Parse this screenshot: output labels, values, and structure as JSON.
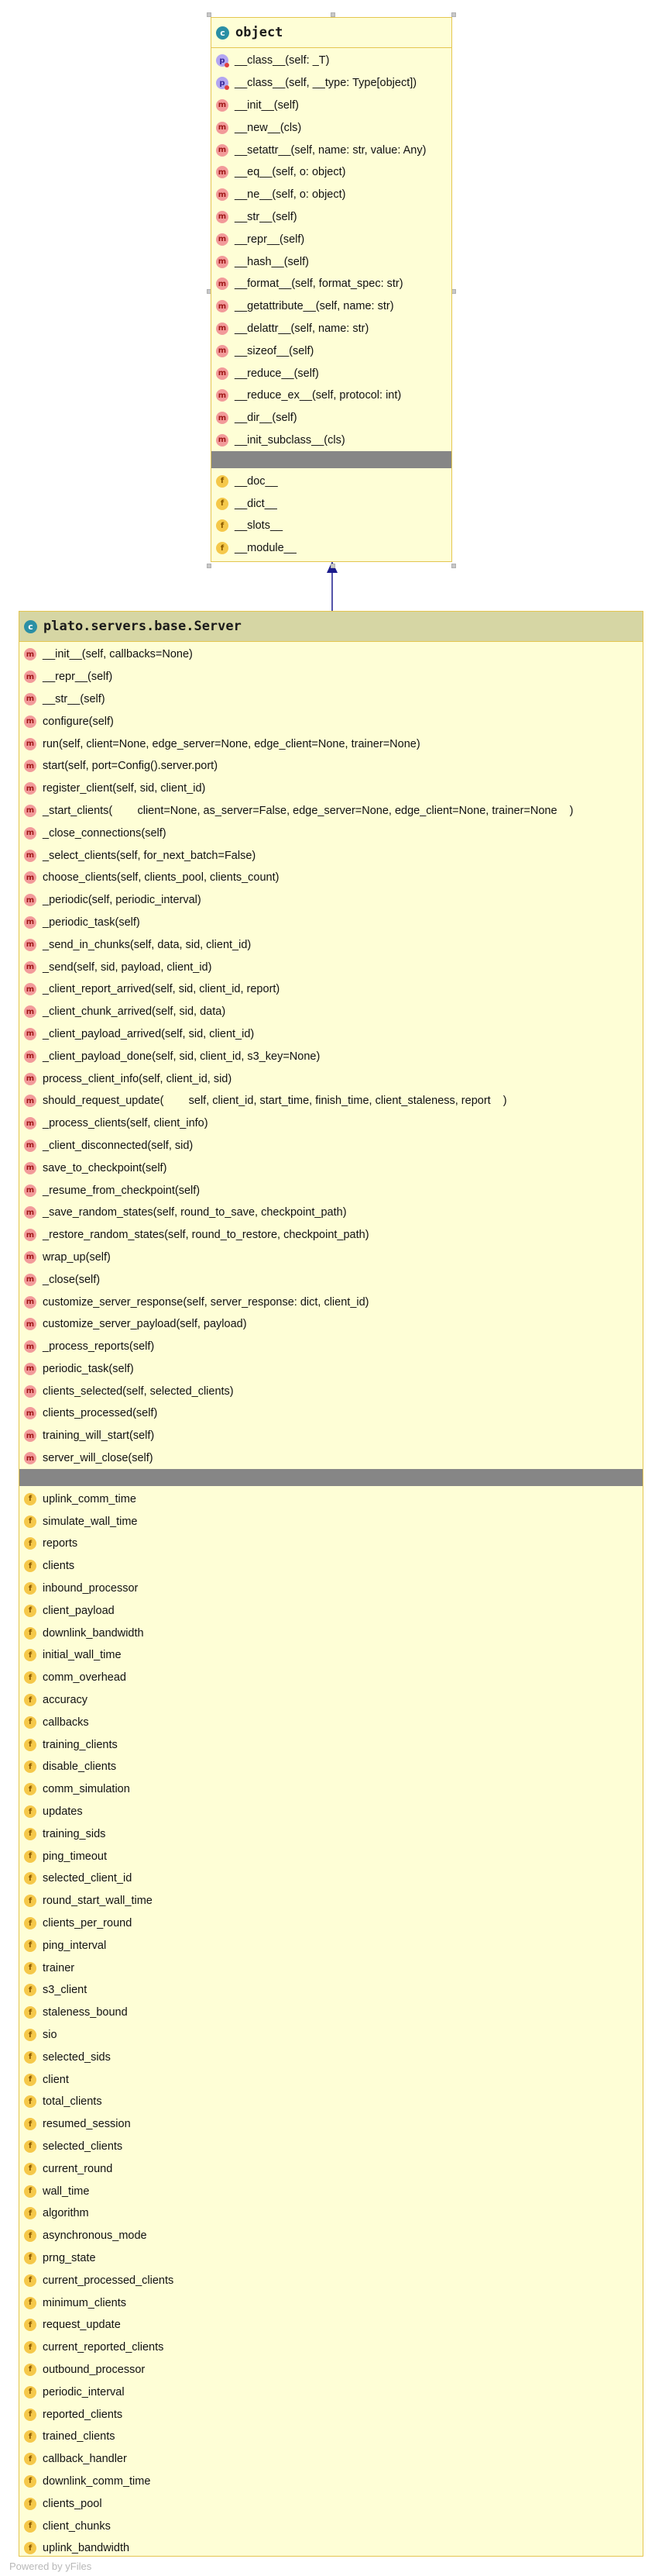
{
  "object_class": {
    "name": "object",
    "properties": [
      "__class__(self: _T)",
      "__class__(self, __type: Type[object])"
    ],
    "methods": [
      "__init__(self)",
      "__new__(cls)",
      "__setattr__(self, name: str, value: Any)",
      "__eq__(self, o: object)",
      "__ne__(self, o: object)",
      "__str__(self)",
      "__repr__(self)",
      "__hash__(self)",
      "__format__(self, format_spec: str)",
      "__getattribute__(self, name: str)",
      "__delattr__(self, name: str)",
      "__sizeof__(self)",
      "__reduce__(self)",
      "__reduce_ex__(self, protocol: int)",
      "__dir__(self)",
      "__init_subclass__(cls)"
    ],
    "fields": [
      "__doc__",
      "__dict__",
      "__slots__",
      "__module__"
    ]
  },
  "server_class": {
    "name": "plato.servers.base.Server",
    "methods": [
      "__init__(self, callbacks=None)",
      "__repr__(self)",
      "__str__(self)",
      "configure(self)",
      "run(self, client=None, edge_server=None, edge_client=None, trainer=None)",
      "start(self, port=Config().server.port)",
      "register_client(self, sid, client_id)",
      "_start_clients(        client=None, as_server=False, edge_server=None, edge_client=None, trainer=None    )",
      "_close_connections(self)",
      "_select_clients(self, for_next_batch=False)",
      "choose_clients(self, clients_pool, clients_count)",
      "_periodic(self, periodic_interval)",
      "_periodic_task(self)",
      "_send_in_chunks(self, data, sid, client_id)",
      "_send(self, sid, payload, client_id)",
      "_client_report_arrived(self, sid, client_id, report)",
      "_client_chunk_arrived(self, sid, data)",
      "_client_payload_arrived(self, sid, client_id)",
      "_client_payload_done(self, sid, client_id, s3_key=None)",
      "process_client_info(self, client_id, sid)",
      "should_request_update(        self, client_id, start_time, finish_time, client_staleness, report    )",
      "_process_clients(self, client_info)",
      "_client_disconnected(self, sid)",
      "save_to_checkpoint(self)",
      "_resume_from_checkpoint(self)",
      "_save_random_states(self, round_to_save, checkpoint_path)",
      "_restore_random_states(self, round_to_restore, checkpoint_path)",
      "wrap_up(self)",
      "_close(self)",
      "customize_server_response(self, server_response: dict, client_id)",
      "customize_server_payload(self, payload)",
      "_process_reports(self)",
      "periodic_task(self)",
      "clients_selected(self, selected_clients)",
      "clients_processed(self)",
      "training_will_start(self)",
      "server_will_close(self)"
    ],
    "fields": [
      "uplink_comm_time",
      "simulate_wall_time",
      "reports",
      "clients",
      "inbound_processor",
      "client_payload",
      "downlink_bandwidth",
      "initial_wall_time",
      "comm_overhead",
      "accuracy",
      "callbacks",
      "training_clients",
      "disable_clients",
      "comm_simulation",
      "updates",
      "training_sids",
      "ping_timeout",
      "selected_client_id",
      "round_start_wall_time",
      "clients_per_round",
      "ping_interval",
      "trainer",
      "s3_client",
      "staleness_bound",
      "sio",
      "selected_sids",
      "client",
      "total_clients",
      "resumed_session",
      "selected_clients",
      "current_round",
      "wall_time",
      "algorithm",
      "asynchronous_mode",
      "prng_state",
      "current_processed_clients",
      "minimum_clients",
      "request_update",
      "current_reported_clients",
      "outbound_processor",
      "periodic_interval",
      "reported_clients",
      "trained_clients",
      "callback_handler",
      "downlink_comm_time",
      "clients_pool",
      "client_chunks",
      "uplink_bandwidth"
    ]
  },
  "badges": {
    "class": "c",
    "method": "m",
    "field": "f",
    "property": "p"
  },
  "footer": "Powered by yFiles",
  "colors": {
    "box_fill": "#fefed6",
    "box_border": "#e4c650",
    "header_fill_server": "#d6d6a4",
    "divider": "#868686",
    "arrow": "#1a1a8c",
    "method_badge": "#f29a9a",
    "field_badge": "#f5c84a",
    "property_badge": "#b3a6f2",
    "class_badge": "#2b8fa5"
  }
}
